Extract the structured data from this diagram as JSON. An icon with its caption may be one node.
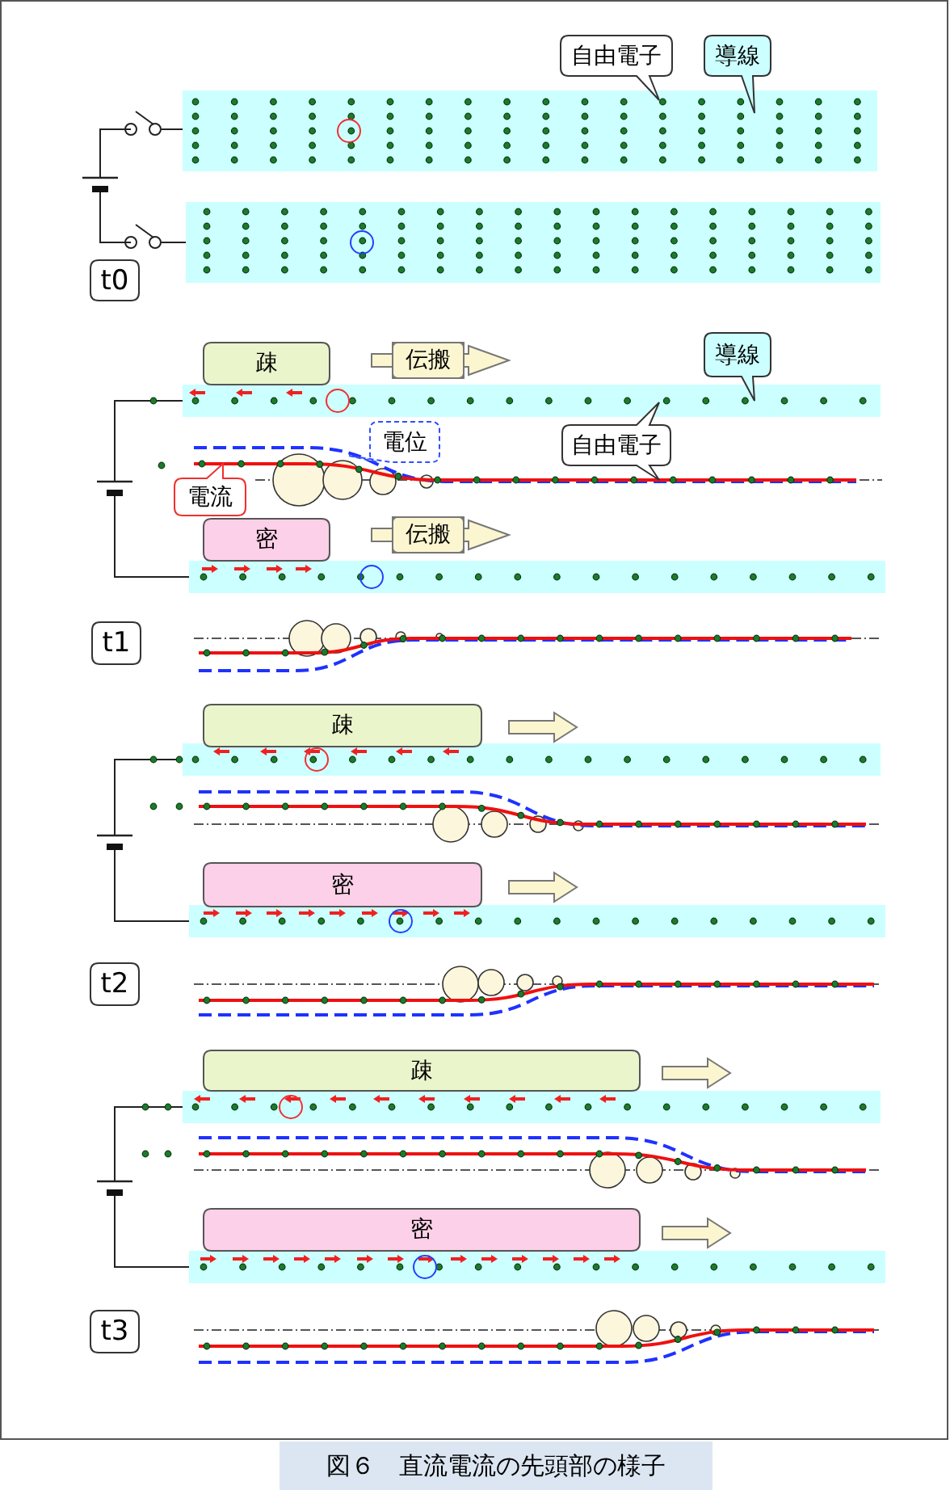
{
  "diagram": {
    "caption": "図６　直流電流の先頭部の様子",
    "nodes": [
      {
        "text": [
          "自由電子"
        ]
      },
      {
        "text": [
          "導線"
        ]
      },
      {
        "text": [
          "t0"
        ]
      },
      {
        "text": [
          "疎"
        ]
      },
      {
        "text": [
          "伝搬"
        ]
      },
      {
        "text": [
          "導線"
        ]
      },
      {
        "text": [
          "電位"
        ]
      },
      {
        "text": [
          "自由電子"
        ]
      },
      {
        "text": [
          "電流"
        ]
      },
      {
        "text": [
          "密"
        ]
      },
      {
        "text": [
          "伝搬"
        ]
      },
      {
        "text": [
          "t1"
        ]
      },
      {
        "text": [
          "疎"
        ]
      },
      {
        "text": [
          "密"
        ]
      },
      {
        "text": [
          "t2"
        ]
      },
      {
        "text": [
          "疎"
        ]
      },
      {
        "text": [
          "密"
        ]
      },
      {
        "text": [
          "t3"
        ]
      }
    ]
  }
}
